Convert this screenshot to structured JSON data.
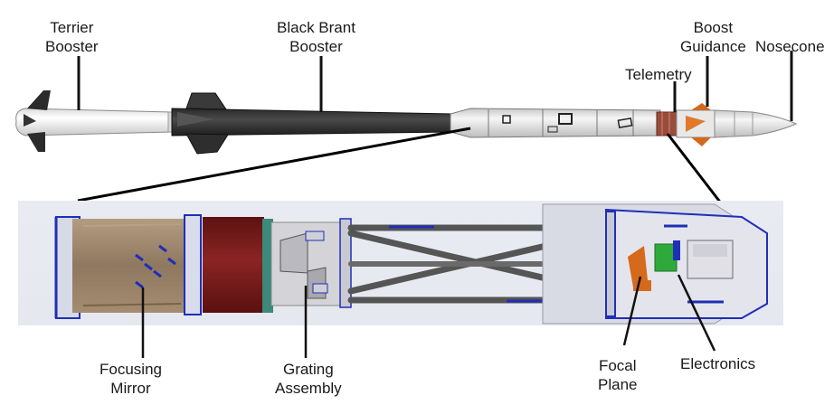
{
  "labels": {
    "terrier": [
      "Terrier",
      "Booster"
    ],
    "black_brant": [
      "Black Brant",
      "Booster"
    ],
    "telemetry": "Telemetry",
    "boost_guidance": [
      "Boost",
      "Guidance"
    ],
    "nosecone": "Nosecone",
    "focusing_mirror": [
      "Focusing",
      "Mirror"
    ],
    "grating_assembly": [
      "Grating",
      "Assembly"
    ],
    "focal_plane": [
      "Focal",
      "Plane"
    ],
    "electronics": "Electronics"
  },
  "colors": {
    "terrier_body": "#f7f7f7",
    "black_brant_body": "#3a3a3a",
    "payload_body": "#eeeeee",
    "boost_guidance_accent": "#d2691e",
    "mirror_bronze": "#9c8368",
    "mirror_maroon": "#7a1b1b",
    "frame_blue": "#1f2fb8",
    "truss_gray": "#5a5a5a",
    "electronics_green": "#2eaa3a",
    "focal_orange": "#d66a1c"
  }
}
